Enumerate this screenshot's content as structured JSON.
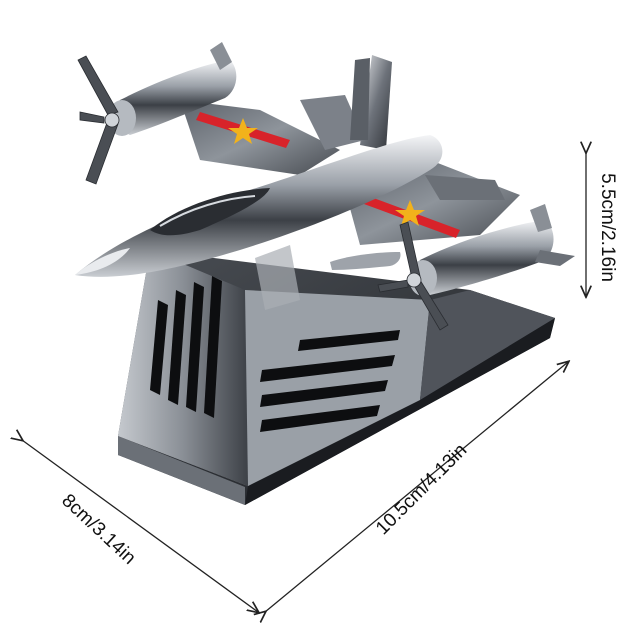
{
  "product": {
    "body_color": "#8a8f96",
    "stripe_color": "#d8232a",
    "star_color": "#f2b21b"
  },
  "dimensions": {
    "height_label": "5.5cm/2.16in",
    "width_label": "8cm/3.14in",
    "length_label": "10.5cm/4.13in",
    "line_color": "#222222"
  }
}
